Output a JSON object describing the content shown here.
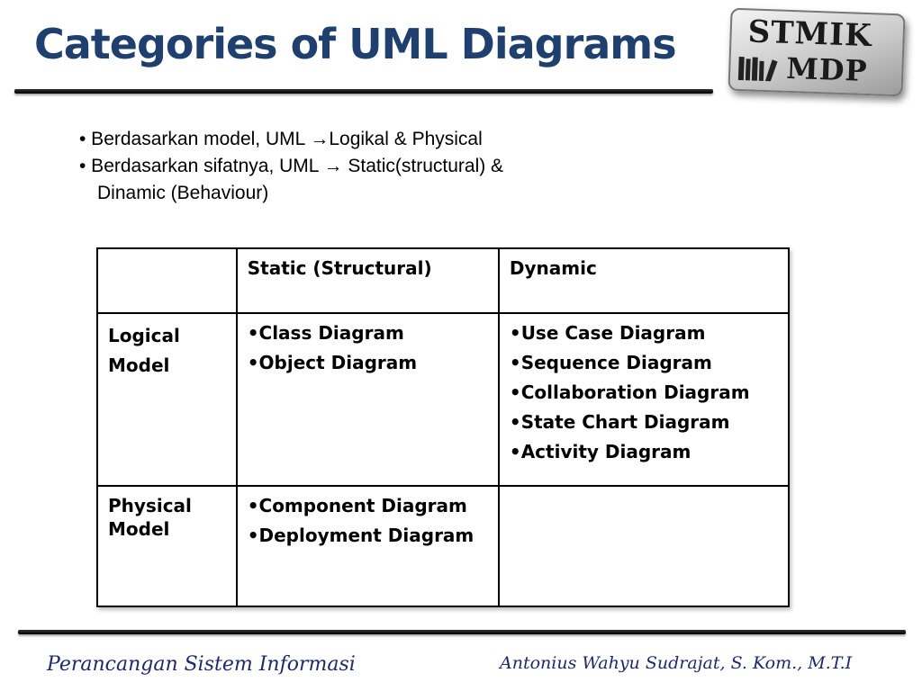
{
  "slide": {
    "title": "Categories of UML Diagrams"
  },
  "logo": {
    "top_text": "STMIK",
    "bottom_text": "MDP"
  },
  "bullets": [
    "• Berdasarkan model, UML →Logikal & Physical",
    "• Berdasarkan sifatnya, UML → Static(structural) &",
    "Dinamic (Behaviour)"
  ],
  "table": {
    "headers": [
      "",
      "Static (Structural)",
      "Dynamic"
    ],
    "rows": [
      {
        "label_line1": "Logical",
        "label_line2": "Model",
        "static": [
          "•Class Diagram",
          "•Object Diagram"
        ],
        "dynamic": [
          "•Use Case Diagram",
          "•Sequence Diagram",
          "•Collaboration Diagram",
          "•State Chart Diagram",
          "•Activity Diagram"
        ]
      },
      {
        "label_line1": "Physical",
        "label_line2": "Model",
        "static": [
          "•Component Diagram",
          "•Deployment Diagram"
        ],
        "dynamic": []
      }
    ]
  },
  "footer": {
    "left": "Perancangan Sistem Informasi",
    "right": "Antonius Wahyu Sudrajat, S. Kom., M.T.I"
  },
  "colors": {
    "title": "#1f3f6e",
    "footer_text": "#1f2a6b"
  }
}
